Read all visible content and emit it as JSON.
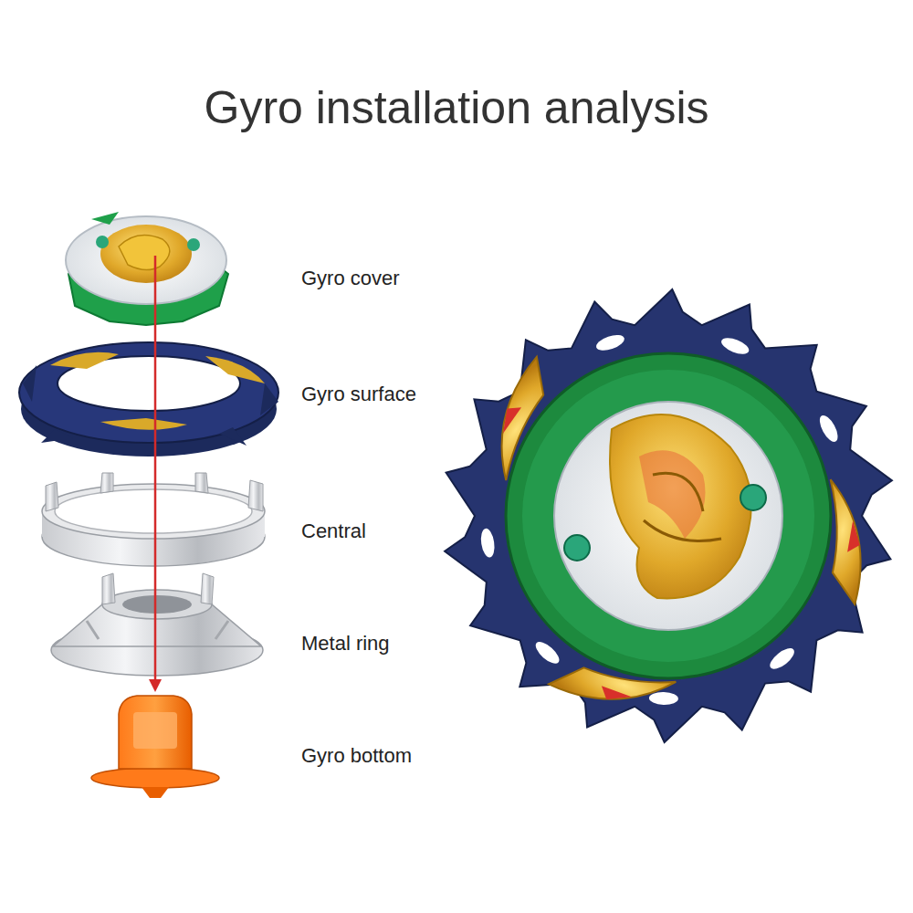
{
  "diagram": {
    "title": "Gyro installation analysis",
    "labels": [
      "Gyro cover",
      "Gyro surface",
      "Central",
      "Metal ring",
      "Gyro bottom"
    ]
  }
}
